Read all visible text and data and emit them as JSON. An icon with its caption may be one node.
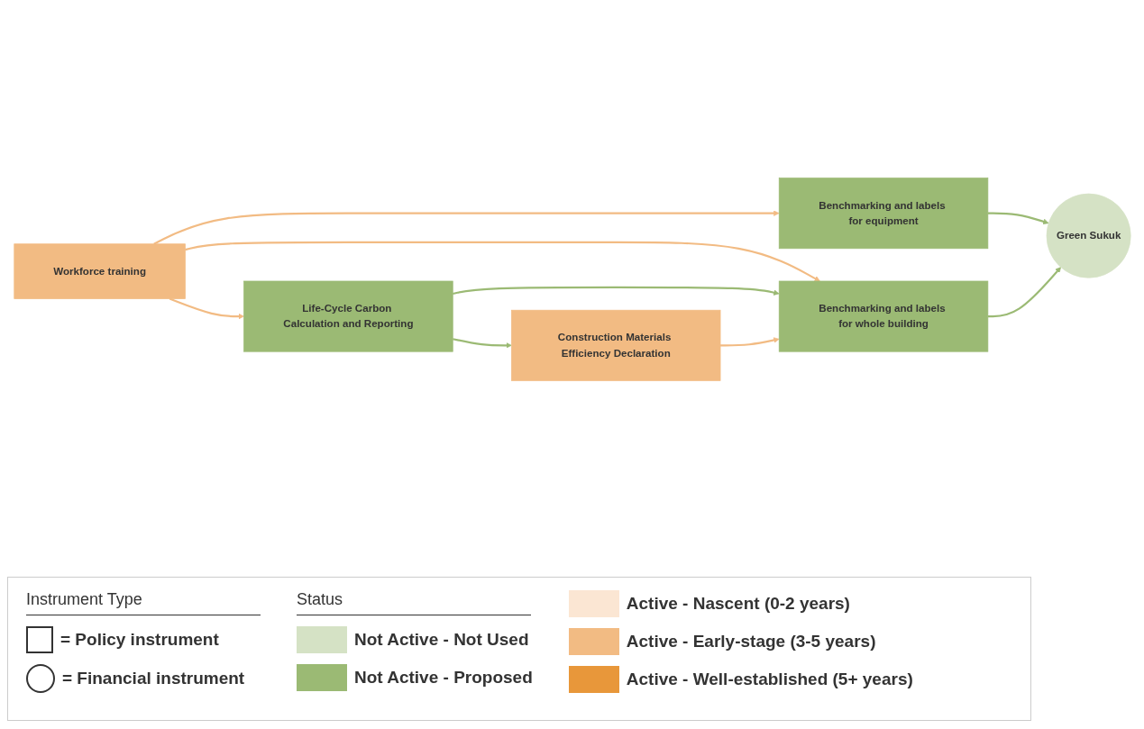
{
  "diagram": {
    "nodes": [
      {
        "text": [
          "Workforce training"
        ]
      },
      {
        "text": [
          "Benchmarking and labels for equipment"
        ]
      },
      {
        "text": [
          "Life-Cycle Carbon Calculation and Reporting"
        ]
      },
      {
        "text": [
          "Benchmarking and labels for whole building"
        ]
      },
      {
        "text": [
          "Green Sukuk"
        ]
      },
      {
        "text": [
          "Construction Materials Efficiency Declaration"
        ]
      }
    ],
    "edges": [
      {
        "from": 0,
        "to": 1,
        "arrow": "to",
        "color": "#f2bb83"
      },
      {
        "from": 0,
        "to": 3,
        "arrow": "to",
        "color": "#f2bb83"
      },
      {
        "from": 0,
        "to": 2,
        "arrow": "to",
        "color": "#f2bb83"
      },
      {
        "from": 2,
        "to": 3,
        "arrow": "to",
        "color": "#9bba74"
      },
      {
        "from": 2,
        "to": 5,
        "arrow": "to",
        "color": "#9bba74"
      },
      {
        "from": 5,
        "to": 3,
        "arrow": "to",
        "color": "#f2bb83"
      },
      {
        "from": 1,
        "to": 4,
        "arrow": "to",
        "color": "#9bba74"
      },
      {
        "from": 3,
        "to": 4,
        "arrow": "to",
        "color": "#9bba74"
      }
    ],
    "labels": [
      "Instrument Type",
      "Status"
    ],
    "legend": [
      {
        "text": "= Policy instrument"
      },
      {
        "text": "= Financial instrument"
      },
      {
        "text": "Not Active - Not Used",
        "color": "#d5e2c5"
      },
      {
        "text": "Not Active - Proposed",
        "color": "#9bba74"
      },
      {
        "text": "Active - Nascent (0-2 years)",
        "color": "#fbe6d3"
      },
      {
        "text": "Active - Early-stage (3-5 years)",
        "color": "#f2bb83"
      },
      {
        "text": "Active - Well-established (5+ years)",
        "color": "#e8973a"
      }
    ]
  }
}
